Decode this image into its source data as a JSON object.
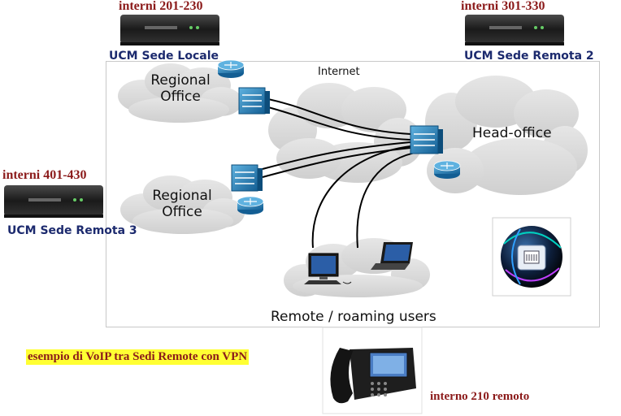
{
  "labels": {
    "interni_201": "interni 201-230",
    "interni_301": "interni 301-330",
    "interni_401": "interni 401-430",
    "ucm_locale": "UCM Sede Locale",
    "ucm_remota2": "UCM Sede Remota 2",
    "ucm_remota3": "UCM Sede Remota 3",
    "regional_office_1": "Regional Office",
    "regional_office_2": "Regional Office",
    "internet": "Internet",
    "head_office": "Head-office",
    "remote_users": "Remote / roaming users",
    "caption": "esempio di VoIP tra Sedi Remote con VPN",
    "interno_210": "interno 210 remoto"
  },
  "colors": {
    "label_red": "#8b1a1a",
    "label_blue": "#1c2a6e",
    "caption_highlight": "#ffff33",
    "cloud": "#d9d9d9",
    "device_blue": "#1e78b4"
  },
  "icons": [
    "ucm-device-icon",
    "router-icon",
    "firewall-icon",
    "desktop-computer-icon",
    "laptop-icon",
    "ip-phone-icon",
    "voip-globe-icon"
  ]
}
